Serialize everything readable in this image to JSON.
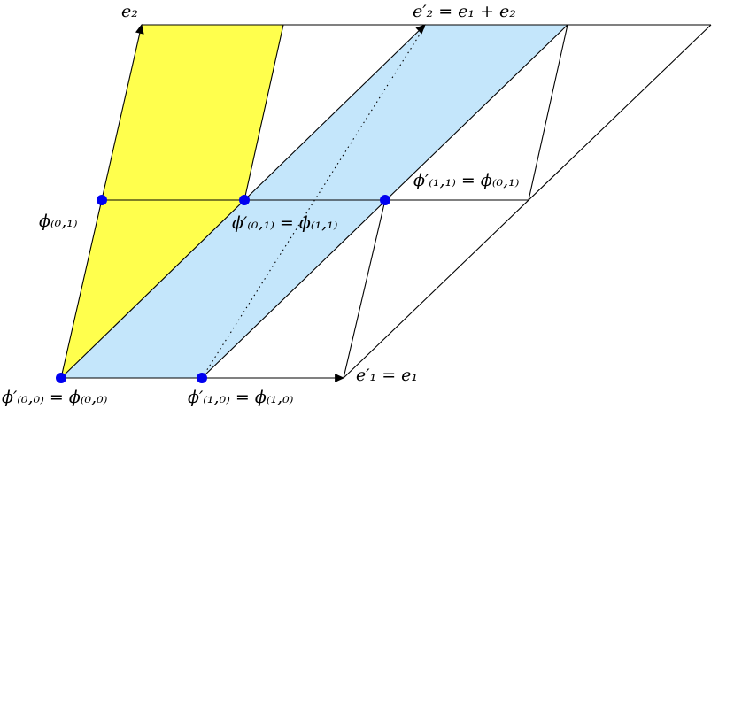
{
  "colors": {
    "yellow_region": "#FFFF4D",
    "blue_region": "#C4E6FB",
    "point": "#0000F0",
    "line": "#000000"
  },
  "labels": {
    "e2": "e₂",
    "e2_prime": "e′₂ = e₁ + e₂",
    "e1_prime": "e′₁ = e₁",
    "phi_01": "ϕ₍₀,₁₎",
    "phi_prime_01": "ϕ′₍₀,₁₎ = ϕ₍₁,₁₎",
    "phi_prime_11": "ϕ′₍₁,₁₎ = ϕ₍₀,₁₎",
    "phi_prime_00": "ϕ′₍₀,₀₎ = ϕ₍₀,₀₎",
    "phi_prime_10": "ϕ′₍₁,₀₎ = ϕ₍₁,₀₎"
  }
}
